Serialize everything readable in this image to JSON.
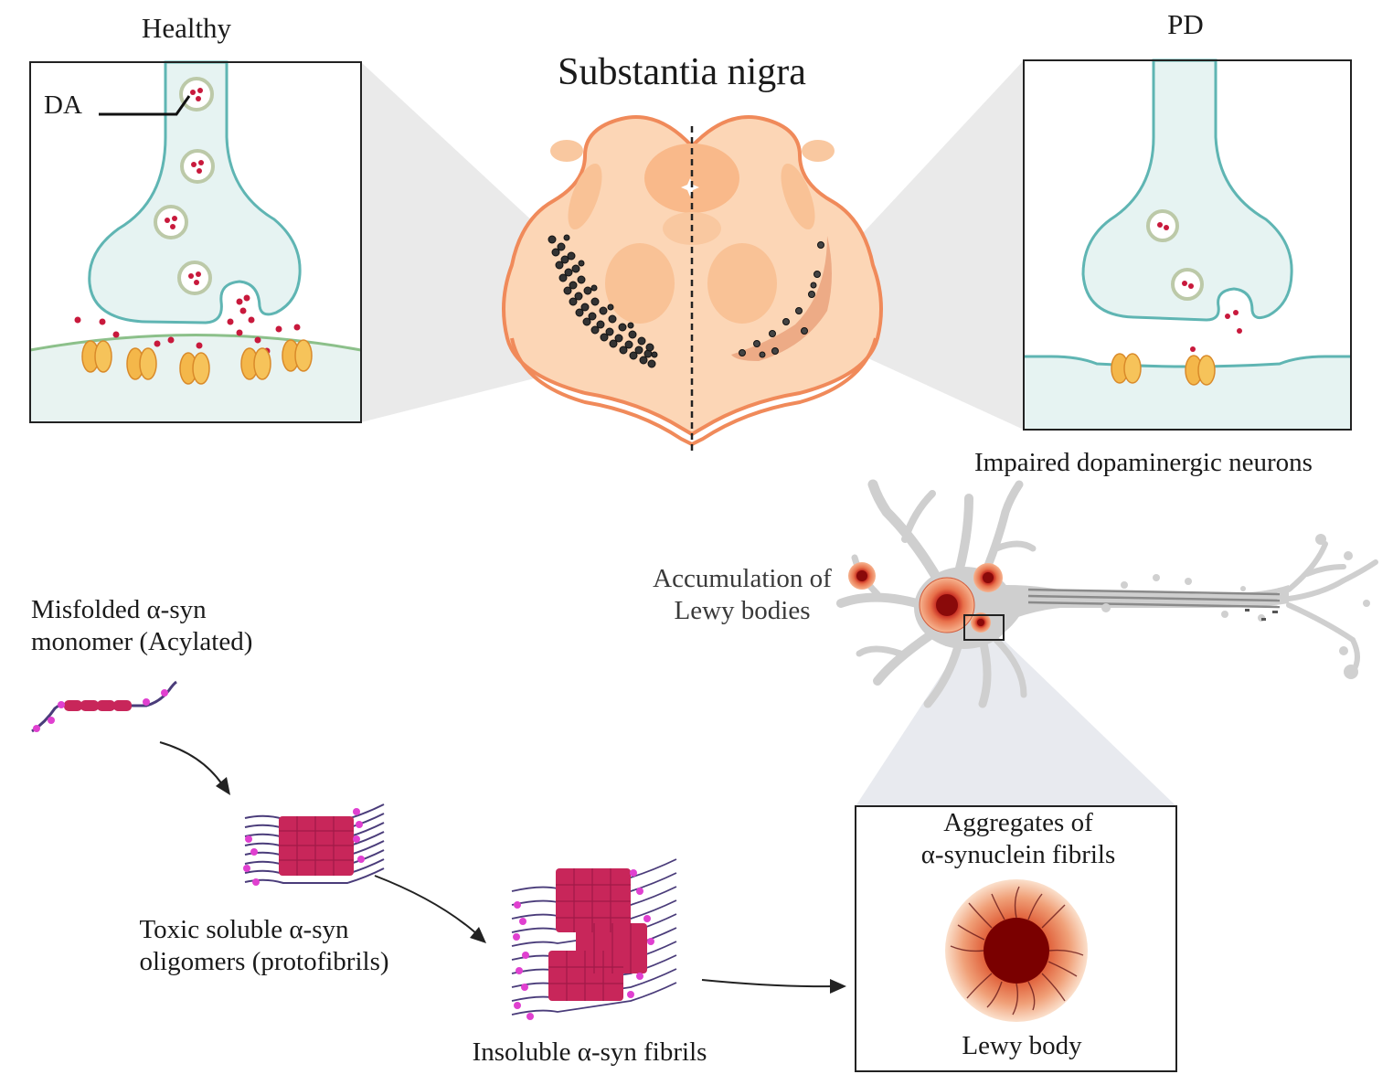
{
  "labels": {
    "healthy": "Healthy",
    "pd": "PD",
    "substantia_nigra": "Substantia nigra",
    "da": "DA",
    "impaired": "Impaired dopaminergic neurons",
    "accumulation": [
      "Accumulation of",
      "Lewy bodies"
    ],
    "misfolded": [
      "Misfolded α-syn",
      "monomer (Acylated)"
    ],
    "toxic": [
      "Toxic soluble α-syn",
      "oligomers (protofibrils)"
    ],
    "insoluble": "Insoluble α-syn fibrils",
    "aggregates": [
      "Aggregates of",
      "α-synuclein fibrils"
    ],
    "lewy_body": "Lewy body"
  },
  "colors": {
    "synapse_fill": "#e6f3f2",
    "synapse_stroke": "#5fb5b3",
    "membrane_green": "#8cc08a",
    "dopamine_red": "#c8193c",
    "receptor_orange": "#f4b74a",
    "brain_peach": "#fcd3b0",
    "brain_stroke": "#f08a5a",
    "neuron_grey": "#cfcfcf",
    "fibril_red": "#c8265a",
    "fibril_magenta": "#e040d0",
    "fibril_strand": "#4a3c7a",
    "lewy_core": "#8a0a0a"
  }
}
